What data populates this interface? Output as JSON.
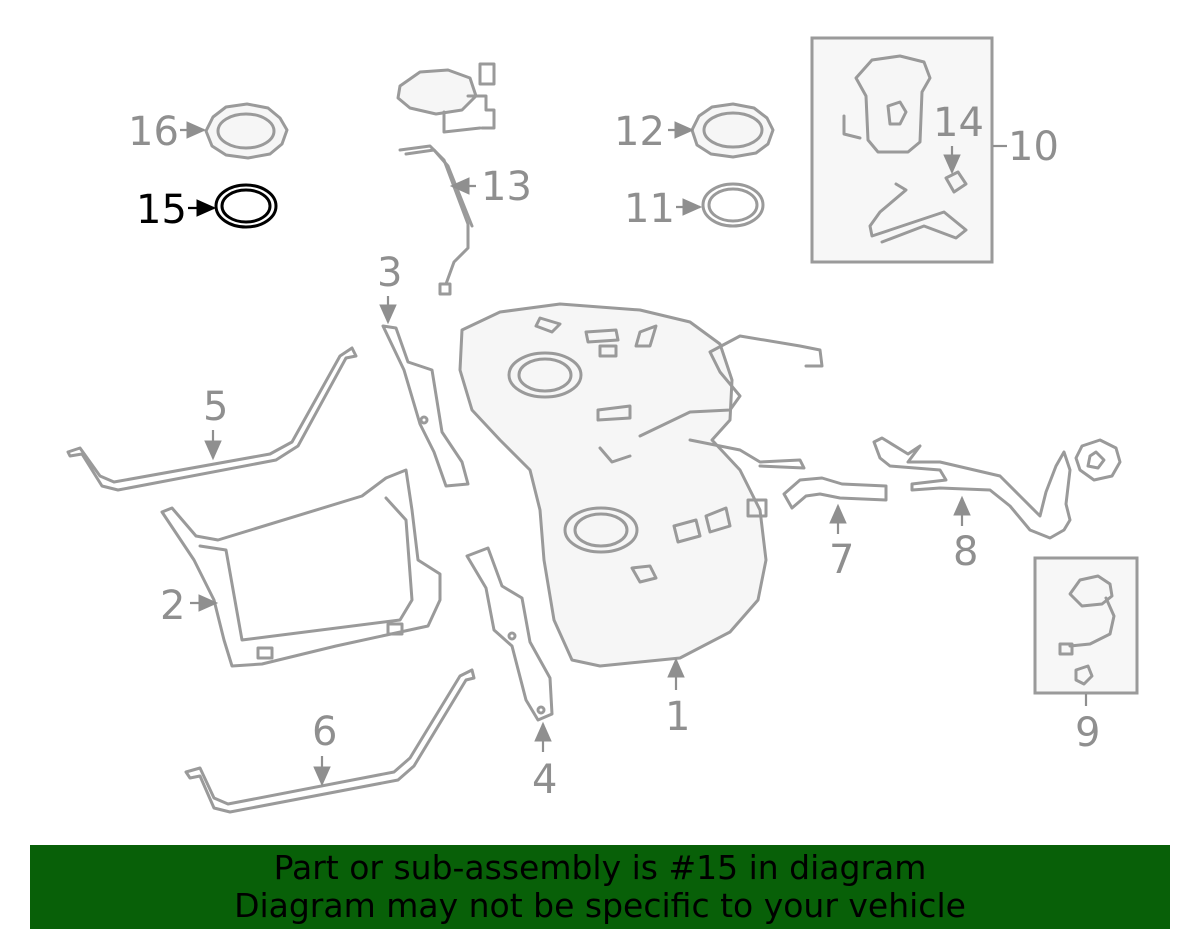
{
  "diagram": {
    "selected_part": "15",
    "callouts": {
      "c1": "1",
      "c2": "2",
      "c3": "3",
      "c4": "4",
      "c5": "5",
      "c6": "6",
      "c7": "7",
      "c8": "8",
      "c9": "9",
      "c10": "10",
      "c11": "11",
      "c12": "12",
      "c13": "13",
      "c14": "14",
      "c15": "15",
      "c16": "16"
    }
  },
  "banner": {
    "line1": "Part or sub-assembly is #15 in diagram",
    "line2": "Diagram may not be specific to your vehicle",
    "background_color": "#086008"
  },
  "colors": {
    "part_stroke": "#9a9a9a",
    "selected": "#000000"
  }
}
